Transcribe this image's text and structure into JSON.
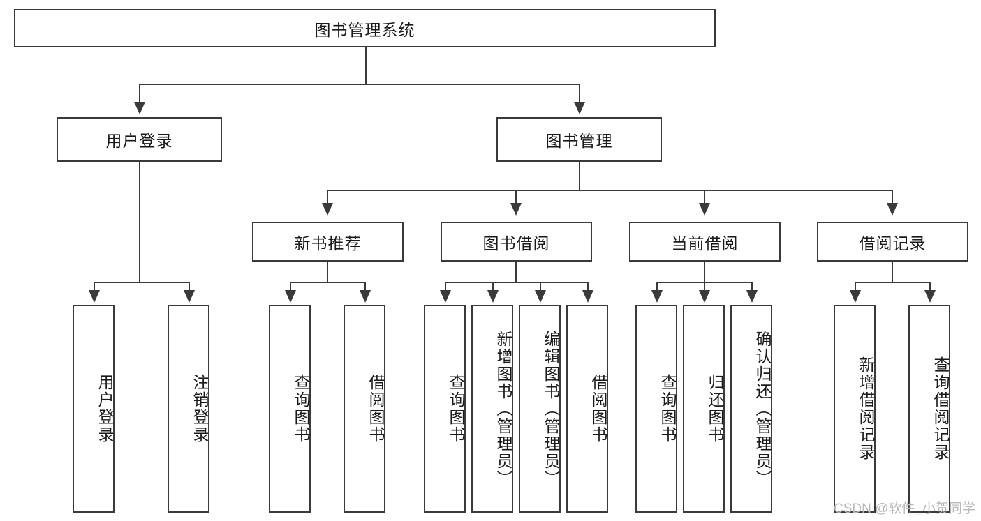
{
  "diagram": {
    "type": "tree-hierarchy-diagram",
    "title": "图书管理系统",
    "watermark": "CSDN @软件_小贺同学",
    "colors": {
      "stroke": "#3a3a3a",
      "fill": "#ffffff",
      "text": "#1a1a1a",
      "watermark": "#b9b9b9"
    },
    "levels": {
      "level1": [
        {
          "id": "root",
          "label": "图书管理系统"
        }
      ],
      "level2": [
        {
          "id": "user-login",
          "label": "用户登录",
          "parent": "root"
        },
        {
          "id": "book-mgmt",
          "label": "图书管理",
          "parent": "root"
        }
      ],
      "level3": [
        {
          "id": "new-book-rec",
          "label": "新书推荐",
          "parent": "book-mgmt"
        },
        {
          "id": "book-borrow",
          "label": "图书借阅",
          "parent": "book-mgmt"
        },
        {
          "id": "current-borrow",
          "label": "当前借阅",
          "parent": "book-mgmt"
        },
        {
          "id": "borrow-record",
          "label": "借阅记录",
          "parent": "book-mgmt"
        }
      ],
      "level4": [
        {
          "id": "leaf-user-login",
          "label": "用户登录",
          "parent": "user-login"
        },
        {
          "id": "leaf-logout",
          "label": "注销登录",
          "parent": "user-login"
        },
        {
          "id": "leaf-query-book-1",
          "label": "查询图书",
          "parent": "new-book-rec"
        },
        {
          "id": "leaf-borrow-book-1",
          "label": "借阅图书",
          "parent": "new-book-rec"
        },
        {
          "id": "leaf-query-book-2",
          "label": "查询图书",
          "parent": "book-borrow"
        },
        {
          "id": "leaf-add-book",
          "label": "新增图书（管理员）",
          "parent": "book-borrow"
        },
        {
          "id": "leaf-edit-book",
          "label": "编辑图书（管理员）",
          "parent": "book-borrow"
        },
        {
          "id": "leaf-borrow-book-2",
          "label": "借阅图书",
          "parent": "book-borrow"
        },
        {
          "id": "leaf-query-book-3",
          "label": "查询图书",
          "parent": "current-borrow"
        },
        {
          "id": "leaf-return-book",
          "label": "归还图书",
          "parent": "current-borrow"
        },
        {
          "id": "leaf-confirm-return",
          "label": "确认归还（管理员）",
          "parent": "current-borrow"
        },
        {
          "id": "leaf-add-record",
          "label": "新增借阅记录",
          "parent": "borrow-record"
        },
        {
          "id": "leaf-query-record",
          "label": "查询借阅记录",
          "parent": "borrow-record"
        }
      ]
    }
  }
}
